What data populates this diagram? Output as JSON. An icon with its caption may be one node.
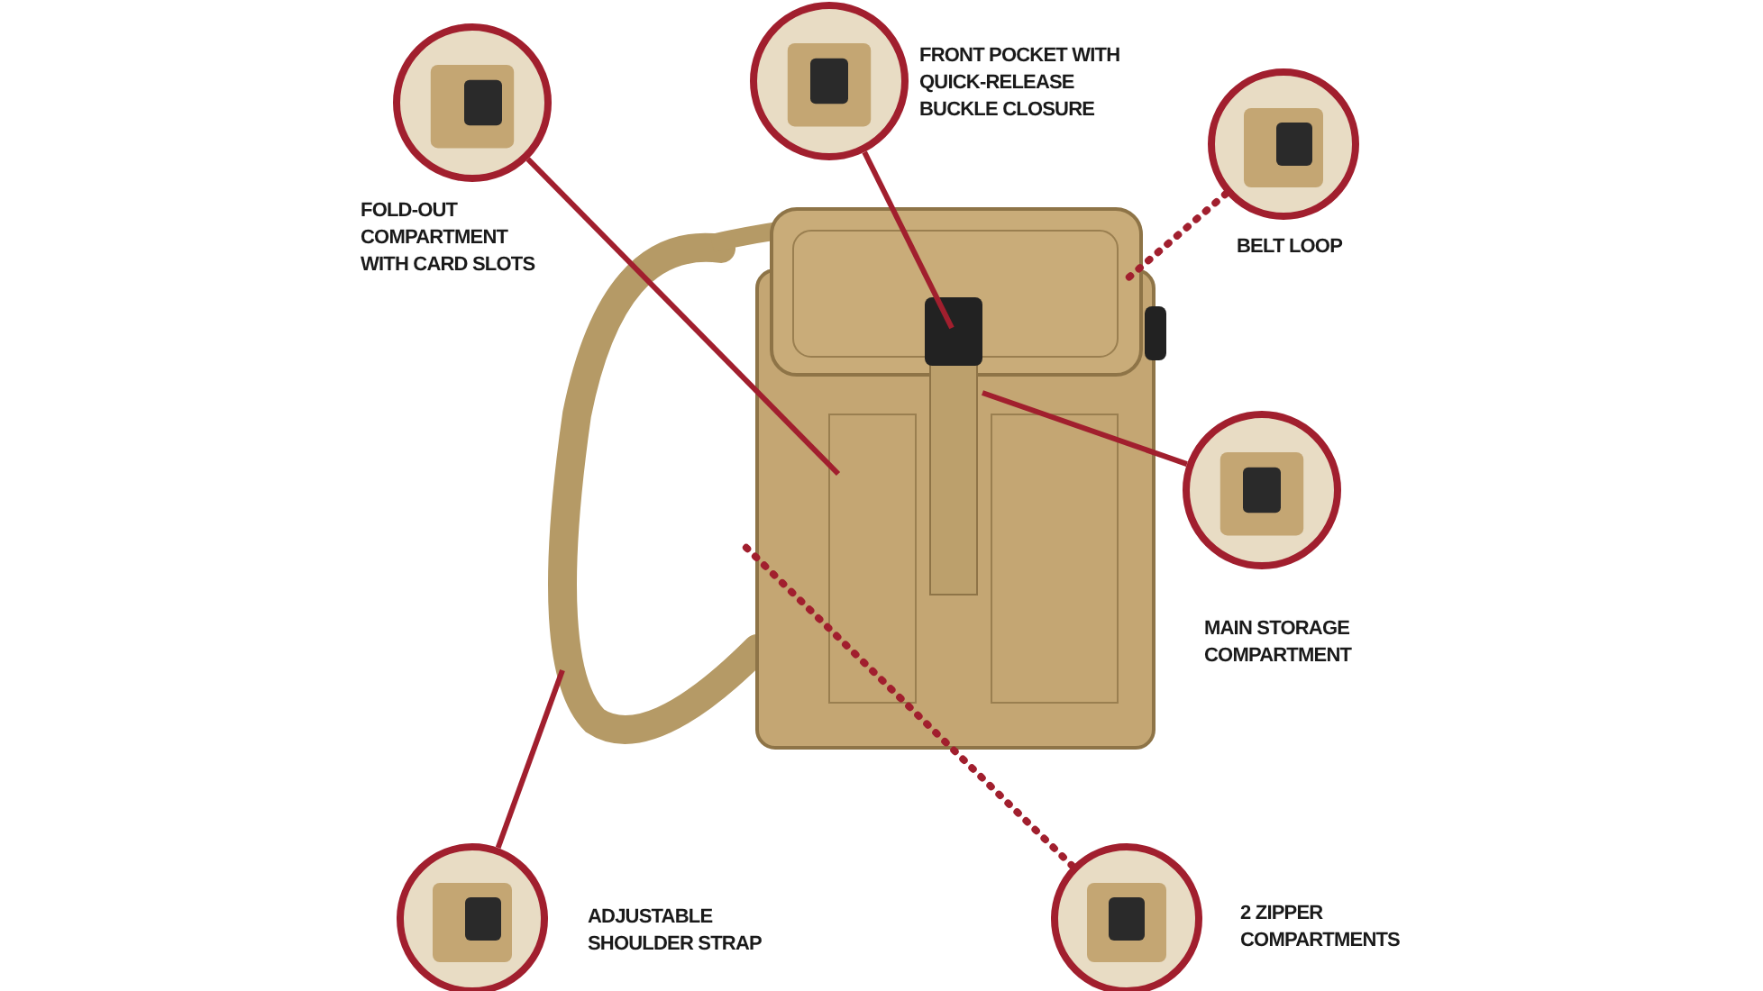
{
  "diagram": {
    "nodes": [
      {
        "text": [],
        "shape": "picture"
      },
      {
        "text": [],
        "shape": "picture",
        "beside": [
          "FOLD-OUT COMPARTMENT WITH CARD SLOTS"
        ]
      },
      {
        "text": [],
        "shape": "picture",
        "beside": [
          "FRONT POCKET WITH QUICK-RELEASE BUCKLE CLOSURE"
        ]
      },
      {
        "text": [],
        "shape": "picture",
        "beside": [
          "BELT LOOP"
        ]
      },
      {
        "text": [],
        "shape": "picture",
        "beside": [
          "MAIN STORAGE COMPARTMENT"
        ]
      },
      {
        "text": [],
        "shape": "picture",
        "beside": [
          "ADJUSTABLE SHOULDER STRAP"
        ]
      },
      {
        "text": [],
        "shape": "picture",
        "beside": [
          "2 ZIPPER COMPARTMENTS"
        ]
      }
    ],
    "edges": [
      {
        "from": 1,
        "to": 0,
        "arrow": "none"
      },
      {
        "from": 2,
        "to": 0,
        "arrow": "none"
      },
      {
        "from": 3,
        "to": 0,
        "arrow": "none",
        "style": "dashed"
      },
      {
        "from": 4,
        "to": 0,
        "arrow": "none"
      },
      {
        "from": 5,
        "to": 0,
        "arrow": "none"
      },
      {
        "from": 6,
        "to": 0,
        "arrow": "none",
        "style": "dashed"
      }
    ]
  }
}
